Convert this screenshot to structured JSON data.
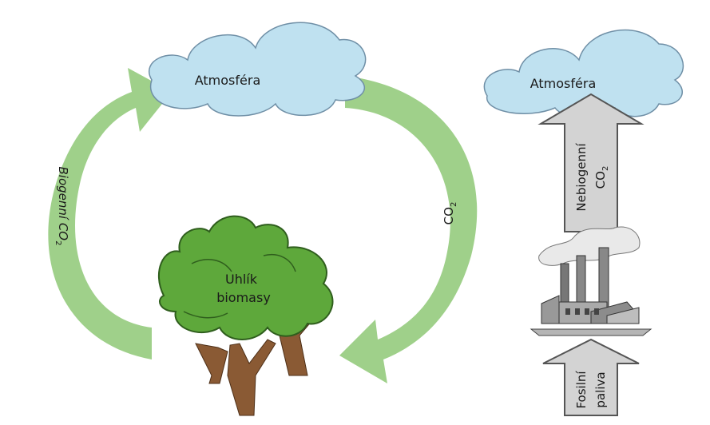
{
  "left_cycle": {
    "atmosphere_label": "Atmosféra",
    "biogenic_label_main": "Biogenní CO",
    "biogenic_label_sub": "2",
    "return_label_main": "CO",
    "return_label_sub": "2",
    "biomass_label_line1": "Uhlík",
    "biomass_label_line2": "biomasy"
  },
  "right_cycle": {
    "atmosphere_label": "Atmosféra",
    "nonbiogenic_line1": "Nebiogenní",
    "nonbiogenic_line2_main": "CO",
    "nonbiogenic_line2_sub": "2",
    "fossil_line1": "Fosilní",
    "fossil_line2": "paliva"
  },
  "colors": {
    "cloud_fill": "#bfe1f0",
    "cloud_stroke": "#6f8fa6",
    "green_arrow": "#9fd08a",
    "tree_canopy": "#5ea83b",
    "tree_canopy_stroke": "#2f5e1d",
    "tree_trunk": "#8a5a34",
    "gray_arrow": "#d3d3d3",
    "gray_arrow_stroke": "#555555"
  }
}
